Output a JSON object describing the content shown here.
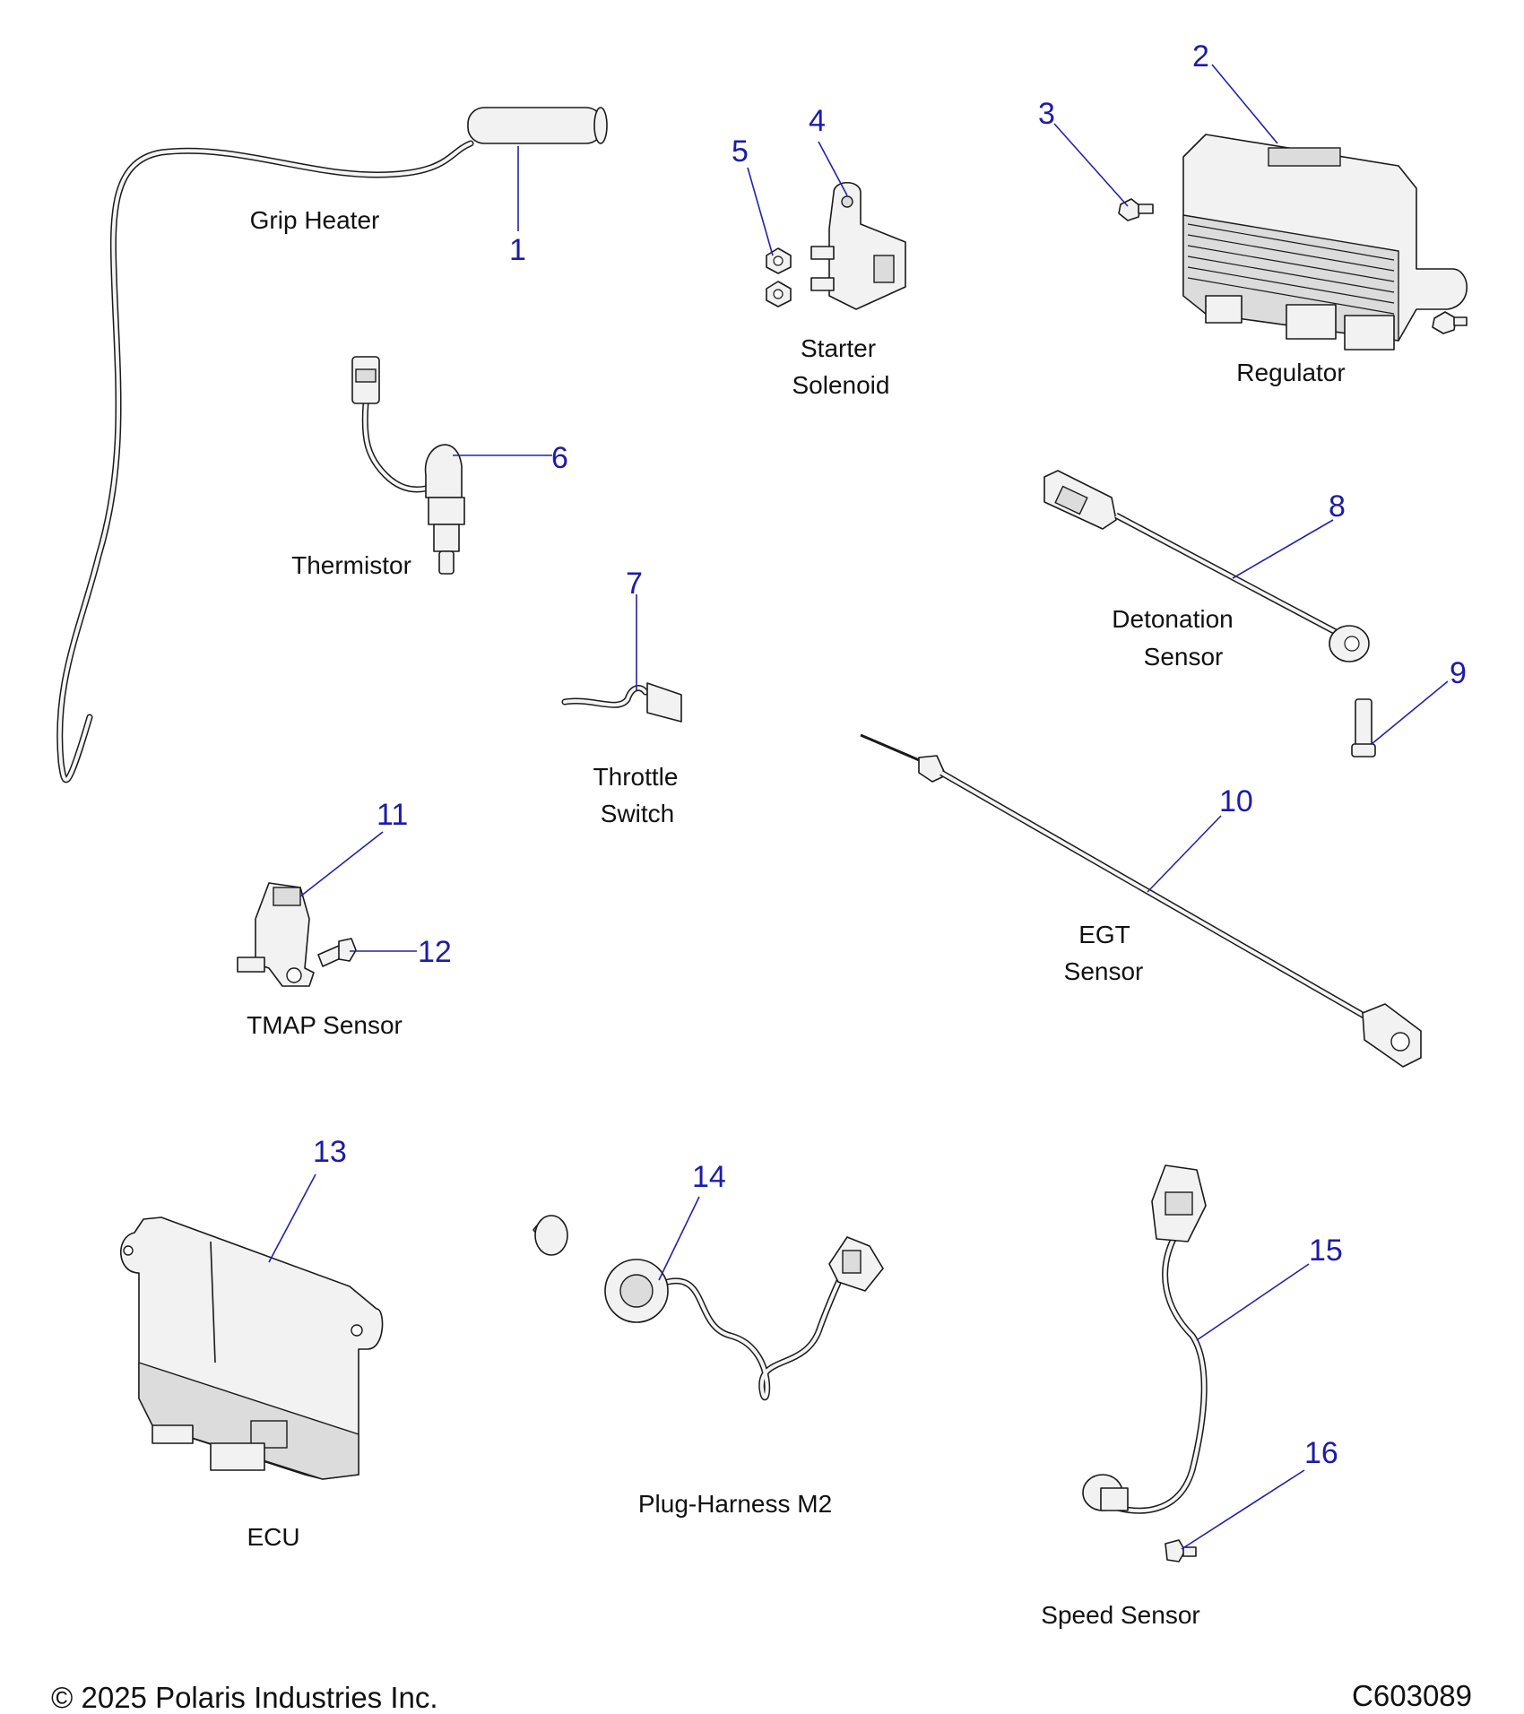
{
  "labels": {
    "grip_heater": "Grip Heater",
    "starter": "Starter",
    "solenoid": "Solenoid",
    "regulator": "Regulator",
    "thermistor": "Thermistor",
    "detonation": "Detonation",
    "detonation_sensor": "Sensor",
    "throttle": "Throttle",
    "switch": "Switch",
    "tmap_sensor": "TMAP Sensor",
    "egt": "EGT",
    "egt_sensor": "Sensor",
    "ecu": "ECU",
    "plug_harness": "Plug-Harness M2",
    "speed_sensor": "Speed Sensor"
  },
  "callouts": [
    "1",
    "2",
    "3",
    "4",
    "5",
    "6",
    "7",
    "8",
    "9",
    "10",
    "11",
    "12",
    "13",
    "14",
    "15",
    "16"
  ],
  "footer": {
    "copyright": "© 2025 Polaris Industries Inc.",
    "code": "C603089"
  }
}
